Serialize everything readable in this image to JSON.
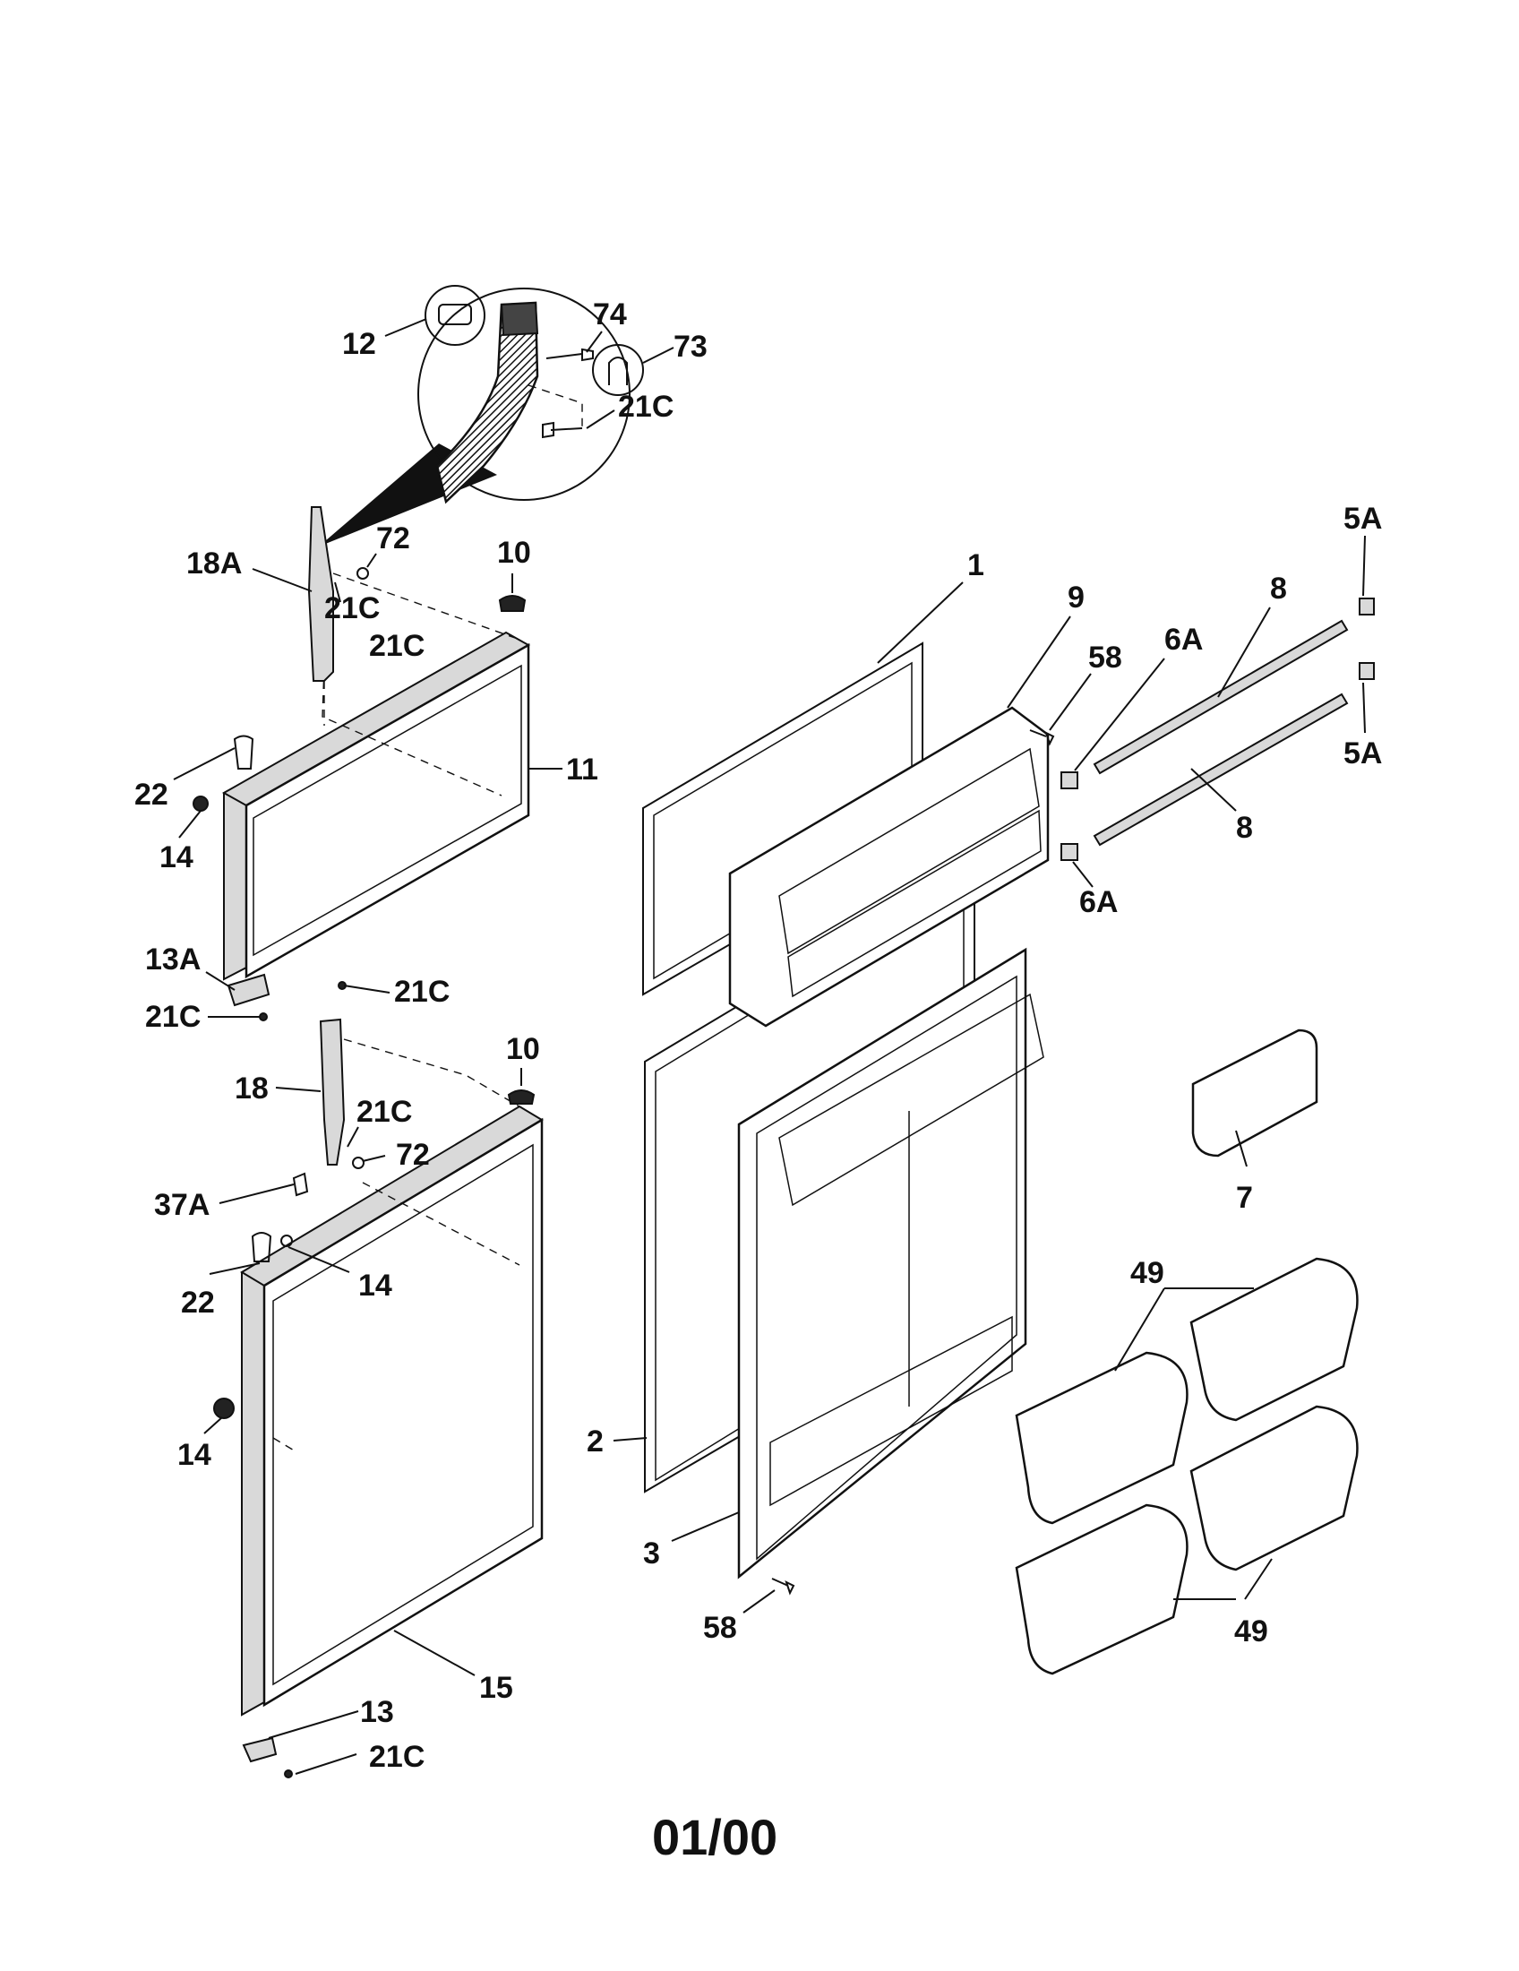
{
  "date_code": "01/00",
  "callouts": {
    "c12": "12",
    "c74": "74",
    "c73": "73",
    "c21c_detail": "21C",
    "c18a": "18A",
    "c72_top": "72",
    "c21c_top_a": "21C",
    "c10_top": "10",
    "c21c_top_b": "21C",
    "c22_top": "22",
    "c14_top": "14",
    "c11": "11",
    "c13a": "13A",
    "c21c_13a": "21C",
    "c21c_mid": "21C",
    "c10_bot": "10",
    "c18": "18",
    "c21c_bot_a": "21C",
    "c72_bot": "72",
    "c37a": "37A",
    "c22_bot": "22",
    "c14_bot_a": "14",
    "c14_bot_b": "14",
    "c15": "15",
    "c13": "13",
    "c21c_13": "21C",
    "c1": "1",
    "c9": "9",
    "c58_top": "58",
    "c6a_top": "6A",
    "c8_top": "8",
    "c5a_top": "5A",
    "c5a_bot": "5A",
    "c8_bot": "8",
    "c6a_bot": "6A",
    "c7": "7",
    "c49_top": "49",
    "c2": "2",
    "c3": "3",
    "c58_bot": "58",
    "c49_bot": "49"
  }
}
